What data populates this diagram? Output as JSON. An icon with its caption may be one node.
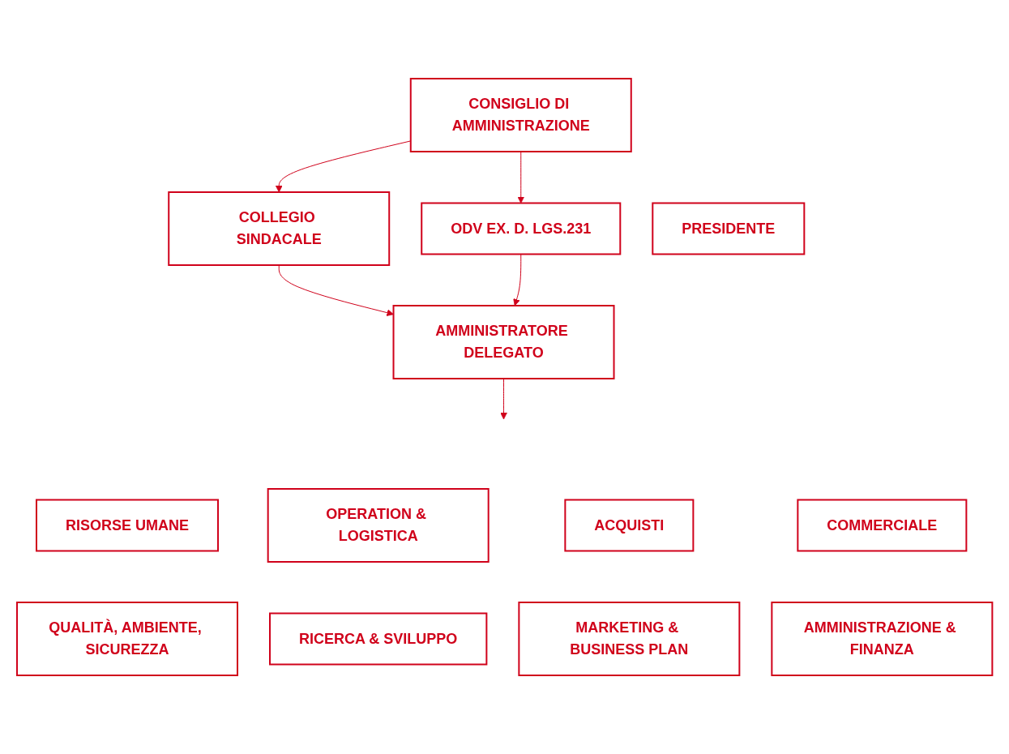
{
  "diagram": {
    "nodes": [
      {
        "text": [
          "CONSIGLIO DI AMMINISTRAZIONE"
        ]
      },
      {
        "text": [
          "COLLEGIO SINDACALE"
        ]
      },
      {
        "text": [
          "ODV EX. D. LGS.231"
        ]
      },
      {
        "text": [
          "PRESIDENTE"
        ]
      },
      {
        "text": [
          "AMMINISTRATORE DELEGATO"
        ]
      },
      {
        "text": [
          "RISORSE UMANE"
        ]
      },
      {
        "text": [
          "OPERATION & LOGISTICA"
        ]
      },
      {
        "text": [
          "ACQUISTI"
        ]
      },
      {
        "text": [
          "COMMERCIALE"
        ]
      },
      {
        "text": [
          "QUALITÀ, AMBIENTE, SICUREZZA"
        ]
      },
      {
        "text": [
          "RICERCA & SVILUPPO"
        ]
      },
      {
        "text": [
          "MARKETING & BUSINESS PLAN"
        ]
      },
      {
        "text": [
          "AMMINISTRAZIONE & FINANZA"
        ]
      }
    ],
    "edges": [
      {
        "from": 0,
        "to": 1,
        "arrow": "to"
      },
      {
        "from": 0,
        "to": 2,
        "arrow": "to"
      },
      {
        "from": 1,
        "to": 4,
        "arrow": "to"
      },
      {
        "from": 2,
        "to": 4,
        "arrow": "to"
      },
      {
        "from": 4,
        "to": null,
        "arrow": "to"
      }
    ]
  }
}
